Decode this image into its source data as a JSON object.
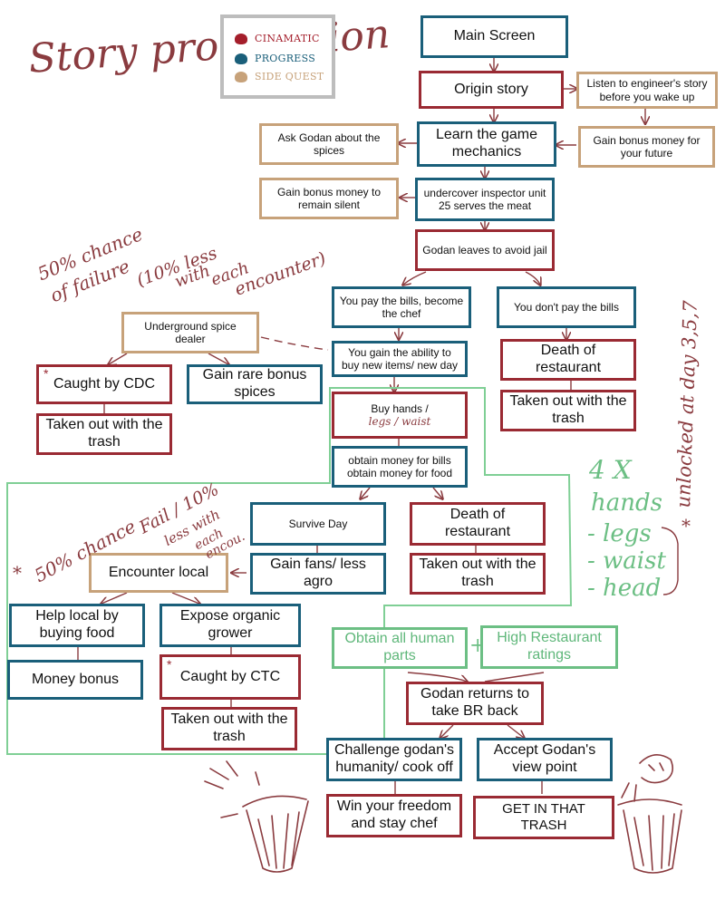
{
  "title": "Story progression",
  "legend": [
    {
      "label": "CINAMATIC",
      "color": "#a41e2b"
    },
    {
      "label": "PROGRESS",
      "color": "#1a5f7a"
    },
    {
      "label": "SIDE QUEST",
      "color": "#c7a27a"
    }
  ],
  "nodes": {
    "main_screen": "Main Screen",
    "origin_story": "Origin story",
    "listen_engineer": "Listen to engineer's story before you wake up",
    "gain_bonus_future": "Gain bonus money for your future",
    "learn_mechanics": "Learn the game mechanics",
    "ask_godan": "Ask Godan about the spices",
    "gain_bonus_silent": "Gain bonus money to remain silent",
    "undercover": "undercover inspector unit 25 serves the meat",
    "godan_leaves": "Godan leaves to avoid jail",
    "pay_bills": "You pay the bills, become the chef",
    "dont_pay": "You don't pay the bills",
    "underground_dealer": "Underground spice dealer",
    "gain_ability": "You gain the ability to buy new items/ new day",
    "death_restaurant_1": "Death of restaurant",
    "caught_cdc": "Caught by CDC",
    "gain_rare_spices": "Gain rare bonus spices",
    "taken_out_1": "Taken out with the trash",
    "taken_out_2": "Taken out with the trash",
    "buy_hands": "Buy hands /",
    "buy_hands_handwritten": "legs / waist",
    "obtain_money": "obtain money for bills obtain money for food",
    "survive_day": "Survive Day",
    "death_restaurant_2": "Death of restaurant",
    "encounter_local": "Encounter local",
    "gain_fans": "Gain fans/ less agro",
    "taken_out_3": "Taken out with the trash",
    "help_local": "Help local by buying food",
    "expose_grower": "Expose organic grower",
    "money_bonus": "Money bonus",
    "caught_ctc": "Caught by CTC",
    "taken_out_4": "Taken out with the trash",
    "obtain_parts": "Obtain all human parts",
    "high_ratings": "High Restaurant ratings",
    "godan_returns": "Godan returns to take BR back",
    "challenge_godan": "Challenge godan's humanity/ cook off",
    "accept_godan": "Accept Godan's view point",
    "win_freedom": "Win your freedom and stay chef",
    "get_in_trash": "GET IN THAT TRASH"
  },
  "notes": {
    "fifty_percent_1_a": "50% chance",
    "fifty_percent_1_b": "of failure",
    "fifty_percent_1_c": "(10% less",
    "fifty_percent_1_d": "with",
    "fifty_percent_1_e": "each",
    "fifty_percent_1_f": "encounter)",
    "fifty_percent_2_a": "50% chance",
    "fifty_percent_2_b": "Fail / 10%",
    "fifty_percent_2_c": "less with",
    "fifty_percent_2_d": "each",
    "fifty_percent_2_e": "encou.",
    "star": "*",
    "plus": "+",
    "four_x": "4 X",
    "parts": [
      "hands",
      "- legs",
      "- waist",
      "- head"
    ],
    "unlocked": "unlocked at day 3,5,7"
  }
}
